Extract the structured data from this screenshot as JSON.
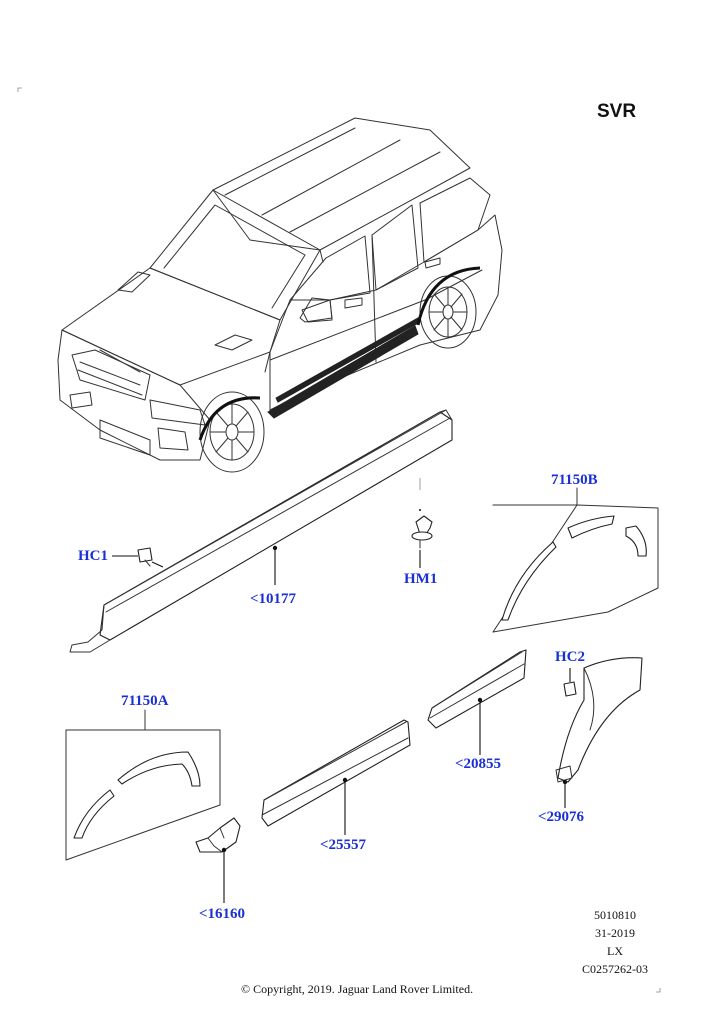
{
  "diagram": {
    "model_label": "SVR",
    "callouts": {
      "hc1": "HC1",
      "p10177": "<10177",
      "hm1": "HM1",
      "a71150b": "71150B",
      "hc2": "HC2",
      "a71150a": "71150A",
      "p20855": "<20855",
      "p29076": "<29076",
      "p25557": "<25557",
      "p16160": "<16160"
    },
    "reference": {
      "code": "5010810",
      "date": "31-2019",
      "line": "LX",
      "drawing_no": "C0257262-03"
    },
    "copyright": "© Copyright, 2019. Jaguar Land Rover Limited."
  },
  "colors": {
    "callout_text": "#1a2fd6",
    "line_art": "#333333",
    "highlight_part": "#222222"
  }
}
